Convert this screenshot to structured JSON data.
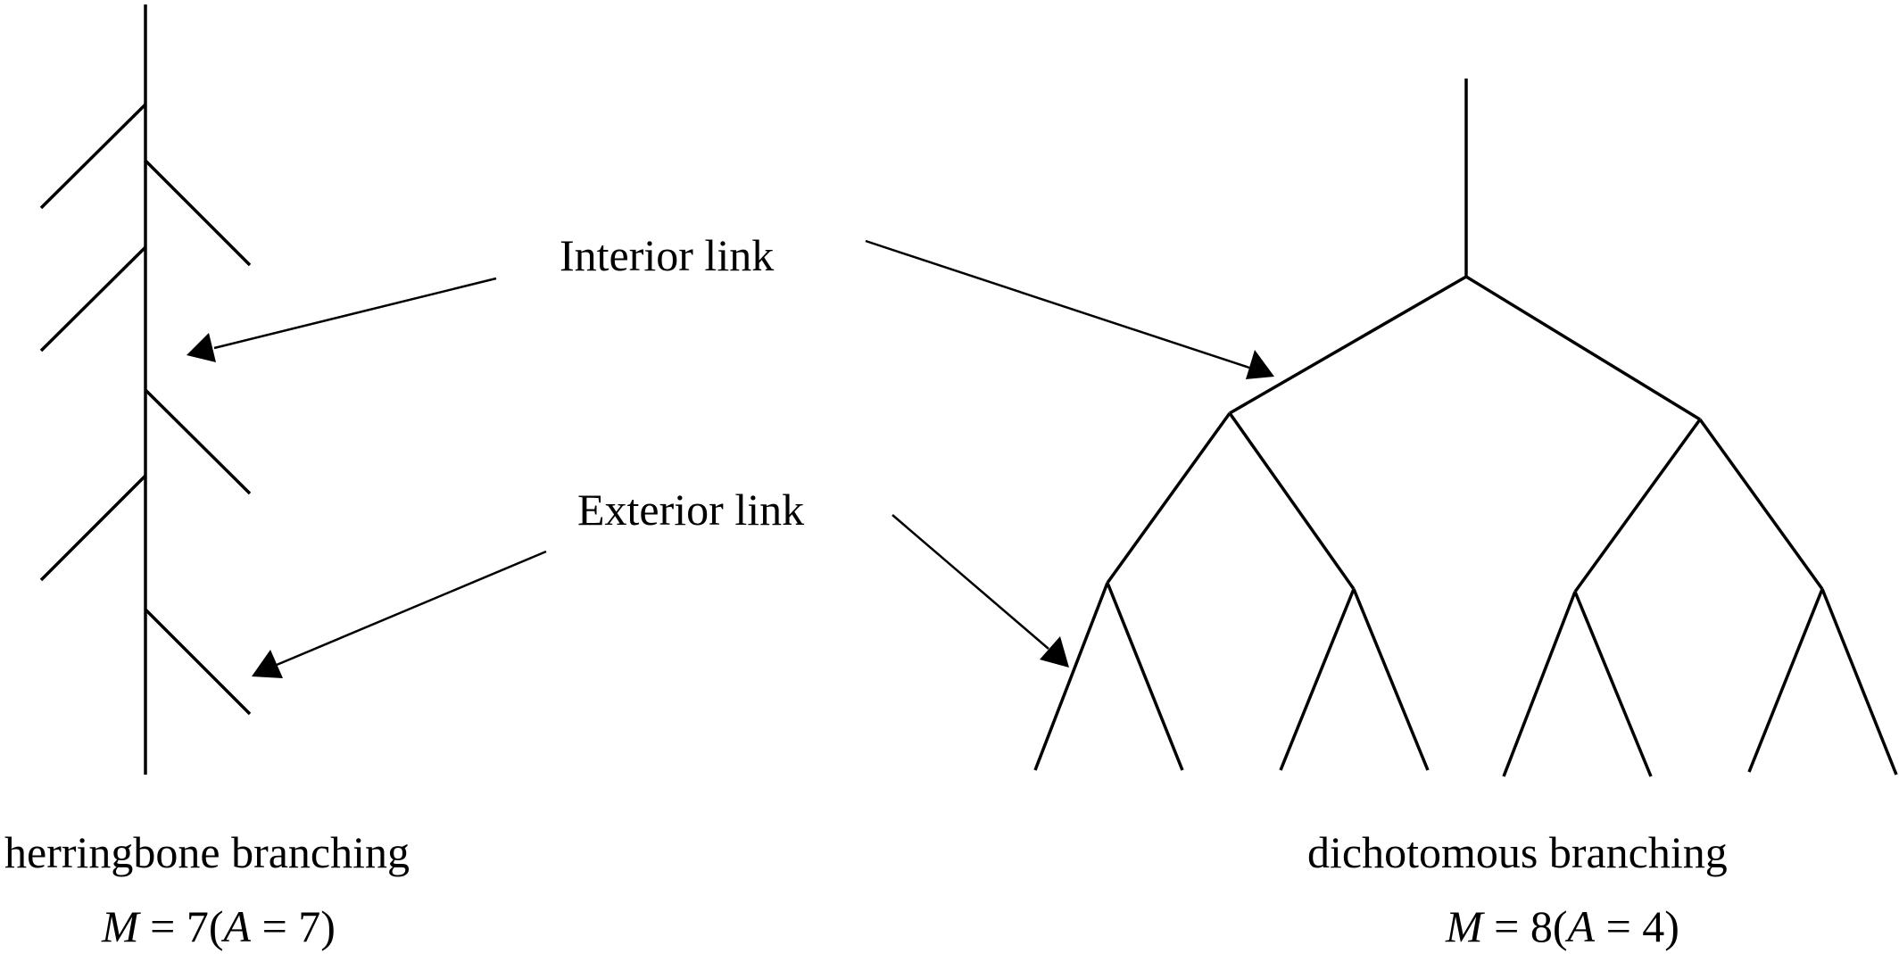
{
  "labels": {
    "interior_link": "Interior link",
    "exterior_link": "Exterior link"
  },
  "herringbone": {
    "title": "herringbone branching",
    "formula": {
      "m_symbol": "M",
      "m_eq": " = 7(",
      "a_symbol": "A",
      "a_eq": " = 7)"
    }
  },
  "dichotomous": {
    "title": "dichotomous branching",
    "formula": {
      "m_symbol": "M",
      "m_eq": " = 8(",
      "a_symbol": "A",
      "a_eq": " = 4)"
    }
  }
}
